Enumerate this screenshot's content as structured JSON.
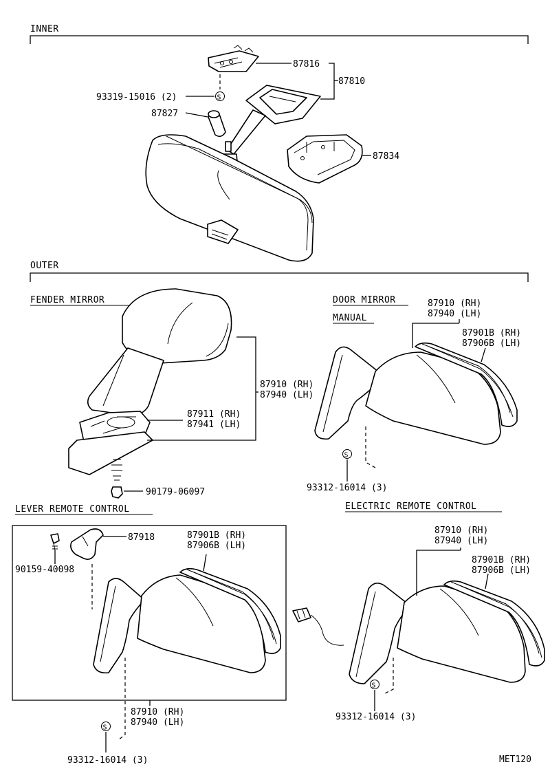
{
  "sections": {
    "inner": "INNER",
    "outer": "OUTER",
    "fender_mirror": "FENDER MIRROR",
    "door_mirror": "DOOR MIRROR",
    "manual": "MANUAL",
    "lever_remote": "LEVER REMOTE CONTROL",
    "electric_remote": "ELECTRIC REMOTE CONTROL"
  },
  "inner_parts": {
    "p87816": "87816",
    "p87810": "87810",
    "p93319": "93319-15016 (2)",
    "p87827": "87827",
    "p87834": "87834"
  },
  "fender_parts": {
    "rh": "87910 (RH)",
    "lh": "87940 (LH)",
    "base_rh": "87911 (RH)",
    "base_lh": "87941 (LH)",
    "nut": "90179-06097"
  },
  "door_manual_parts": {
    "rh": "87910 (RH)",
    "lh": "87940 (LH)",
    "glass_rh": "87901B (RH)",
    "glass_lh": "87906B (LH)",
    "screw": "93312-16014 (3)"
  },
  "lever_parts": {
    "knob": "87918",
    "bolt": "90159-40098",
    "glass_rh": "87901B (RH)",
    "glass_lh": "87906B (LH)",
    "rh": "87910 (RH)",
    "lh": "87940 (LH)",
    "screw": "93312-16014 (3)"
  },
  "electric_parts": {
    "rh": "87910 (RH)",
    "lh": "87940 (LH)",
    "glass_rh": "87901B (RH)",
    "glass_lh": "87906B (LH)",
    "screw": "93312-16014 (3)"
  },
  "screw_symbol": "S",
  "figure_code": "MET120"
}
